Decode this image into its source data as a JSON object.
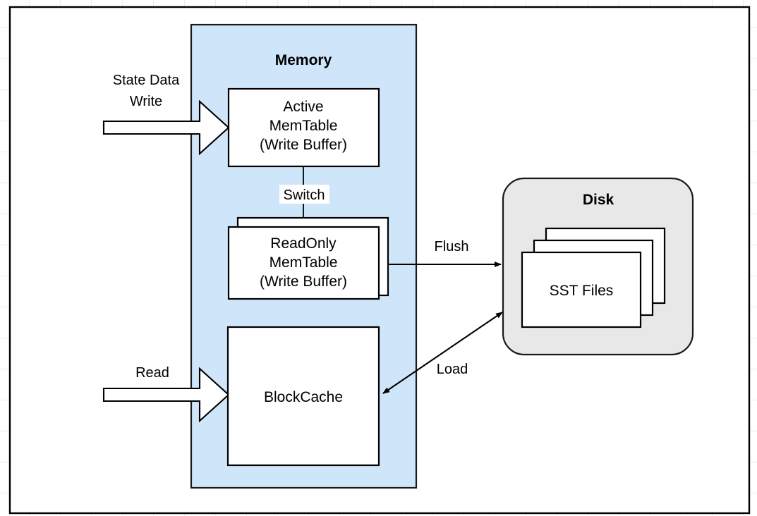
{
  "diagram": {
    "title_memory": "Memory",
    "title_disk": "Disk",
    "nodes": {
      "active_memtable": [
        "Active",
        "MemTable",
        "(Write Buffer)"
      ],
      "readonly_memtable": [
        "ReadOnly",
        "MemTable",
        "(Write Buffer)"
      ],
      "block_cache": "BlockCache",
      "sst_files": "SST Files"
    },
    "edges": {
      "switch": "Switch",
      "flush": "Flush",
      "load": "Load"
    },
    "inputs": {
      "write_line1": "State Data",
      "write_line2": "Write",
      "read": "Read"
    },
    "colors": {
      "memory_fill": "#cfe5f9",
      "disk_fill": "#e8e8e8",
      "node_fill": "#ffffff",
      "stroke": "#000000",
      "page_bg": "#ffffff"
    }
  }
}
